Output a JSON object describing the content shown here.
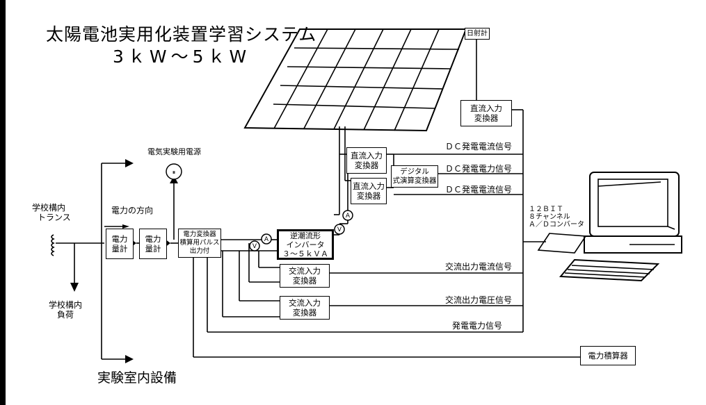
{
  "title": "太陽電池実用化装置学習システム",
  "subtitle": "3ｋW～5ｋW",
  "labels": {
    "school_transformer_1": "学校構内",
    "school_transformer_2": "トランス",
    "power_direction": "電力の方向",
    "school_load_1": "学校構内",
    "school_load_2": "負荷",
    "lab_equipment": "実験室内設備",
    "lab_power_source": "電気実験用電源",
    "pyranometer": "日射計",
    "dc_current_signal_1": "ＤＣ発電電流信号",
    "dc_power_signal": "ＤＣ発電電力信号",
    "dc_current_signal_2": "ＤＣ発電電流信号",
    "ac_current_signal": "交流出力電流信号",
    "ac_voltage_signal": "交流出力電圧信号",
    "generated_power_signal": "発電電力信号",
    "adc_1": "１２ＢＩＴ",
    "adc_2": "８チャンネル",
    "adc_3": "Ａ／Ｄコンバータ"
  },
  "boxes": {
    "meter_1": [
      "電力",
      "量計"
    ],
    "meter_2": [
      "電力",
      "量計"
    ],
    "pulse_1": [
      "電力変換器",
      "積算用パルス",
      "出力付"
    ],
    "inverter": [
      "逆潮流形",
      "インバータ",
      "３～５ｋＶＡ"
    ],
    "ac_conv_1": [
      "交流入力",
      "変換器"
    ],
    "ac_conv_2": [
      "交流入力",
      "変換器"
    ],
    "dc_conv_1": [
      "直流入力",
      "変換器"
    ],
    "dc_conv_2": [
      "直流入力",
      "変換器"
    ],
    "dc_conv_top": [
      "直流入力",
      "変換器"
    ],
    "digital_calc": [
      "デジタル",
      "式演算変換器"
    ],
    "power_integrator": [
      "電力積算器"
    ]
  },
  "meters": {
    "ammeter": "A",
    "voltmeter": "V"
  }
}
